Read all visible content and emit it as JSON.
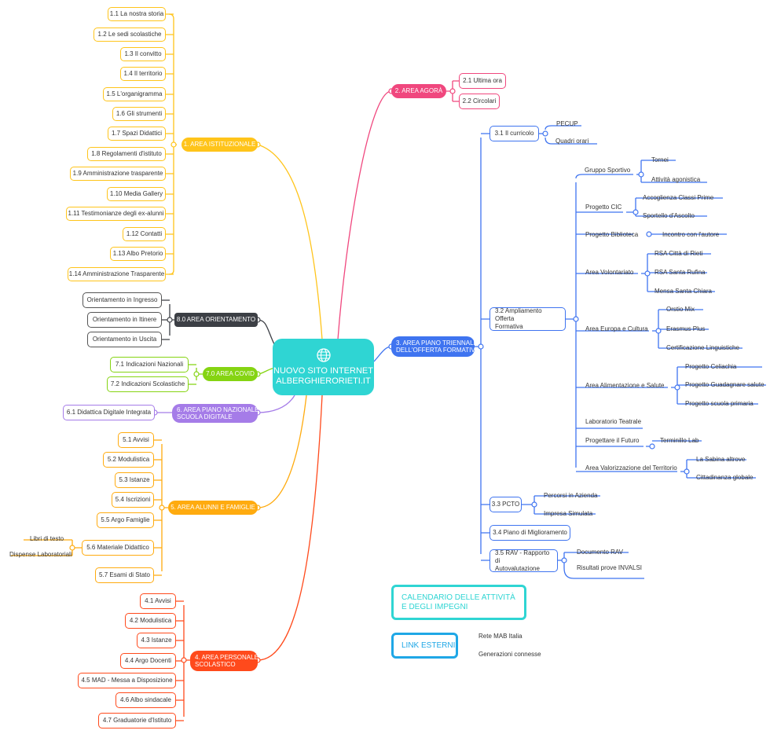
{
  "center": {
    "line1": "NUOVO SITO INTERNET",
    "line2": "ALBERGHIERORIETI.IT",
    "icon": "globe-icon"
  },
  "colors": {
    "center": "#2fd5d3",
    "istituzionale": "#ffc41a",
    "orientamento": "#3c3f45",
    "covid": "#85d412",
    "pnsd": "#a57ce8",
    "alunni": "#ffab0f",
    "personale": "#ff4a1c",
    "agora": "#f0477e",
    "ptof": "#3f74f0",
    "calendario": "#2fd5d3",
    "link_esterni": "#1fa7e6"
  },
  "branches": {
    "istituzionale": {
      "label": "1. AREA ISTITUZIONALE",
      "items": [
        "1.1 La nostra storia",
        "1.2 Le sedi scolastiche",
        "1.3 Il convitto",
        "1.4 Il territorio",
        "1.5 L'organigramma",
        "1.6 Gli strumenti",
        "1.7 Spazi Didattici",
        "1.8 Regolamenti d'istituto",
        "1.9 Amministrazione trasparente",
        "1.10 Media Gallery",
        "1.11 Testimonianze degli ex-alunni",
        "1.12 Contatti",
        "1.13 Albo Pretorio",
        "1.14 Amministrazione Trasparente"
      ]
    },
    "orientamento": {
      "label": "8.0 AREA ORIENTAMENTO",
      "items": [
        "Orientamento in Ingresso",
        "Orientamento in Itinere",
        "Orientamento in Uscita"
      ]
    },
    "covid": {
      "label": "7.0 AREA COVID",
      "items": [
        "7.1 Indicazioni Nazionali",
        "7.2 Indicazioni Scolastiche"
      ]
    },
    "pnsd": {
      "label_line1": "6. AREA PIANO NAZIONALE",
      "label_line2": "SCUOLA DIGITALE",
      "items": [
        "6.1 Didattica Digitale Integrata"
      ]
    },
    "alunni": {
      "label": "5. AREA ALUNNI E FAMIGLIE",
      "items": [
        "5.1 Avvisi",
        "5.2 Modulistica",
        "5.3 Istanze",
        "5.4 Iscrizioni",
        "5.5 Argo Famiglie",
        "5.6 Materiale Didattico",
        "5.7 Esami di Stato"
      ],
      "sub_materiale": [
        "Libri di testo",
        "Dispense Laboratoriali"
      ]
    },
    "personale": {
      "label_line1": "4. AREA PERSONALE",
      "label_line2": "SCOLASTICO",
      "items": [
        "4.1 Avvisi",
        "4.2 Modulistica",
        "4.3 Istanze",
        "4.4 Argo Docenti",
        "4.5 MAD - Messa a Disposizione",
        "4.6 Albo sindacale",
        "4.7 Graduatorie d'Istituto"
      ]
    },
    "agora": {
      "label": "2. AREA AGORÀ",
      "items": [
        "2.1 Ultima ora",
        "2.2 Circolari"
      ]
    },
    "ptof": {
      "label_line1": "3. AREA PIANO TRIENNALE",
      "label_line2": "DELL'OFFERTA FORMATIVA",
      "curricolo": {
        "label": "3.1 Il curricolo",
        "items": [
          "PECUP",
          "Quadri orari"
        ]
      },
      "ampliamento": {
        "label_line1": "3.2 Ampliamento Offerta",
        "label_line2": "Formativa",
        "gruppo_sportivo": {
          "label": "Gruppo Sportivo",
          "items": [
            "Tornei",
            "Attività agonistica"
          ]
        },
        "progetto_cic": {
          "label": "Progetto CIC",
          "items": [
            "Accoglienza Classi Prime",
            "Sportello d'Ascolto"
          ]
        },
        "progetto_biblioteca": {
          "label": "Progetto Biblioteca",
          "items": [
            "Incontro con l'autore"
          ]
        },
        "area_volontariato": {
          "label": "Area Volontariato",
          "items": [
            "RSA Città di Rieti",
            "RSA Santa Rufina",
            "Mensa Santa Chiara"
          ]
        },
        "area_europa": {
          "label": "Area Europa e Cultura",
          "items": [
            "Orstio Mix",
            "Erasmus Plus",
            "Certificazione Linguistiche"
          ]
        },
        "area_alimentazione": {
          "label": "Area Alimentazione e Salute",
          "items": [
            "Progetto Celiachia",
            "Progetto Guadagnare salute",
            "Progetto scuola primaria"
          ]
        },
        "laboratorio_teatrale": {
          "label": "Laboratorio Teatrale"
        },
        "progettare_futuro": {
          "label": "Progettare il Futuro",
          "items": [
            "Terminillo Lab"
          ]
        },
        "area_valorizzazione": {
          "label": "Area Valorizzazione del Territorio",
          "items": [
            "La Sabina altrove",
            "Cittadinanza globale"
          ]
        }
      },
      "pcto": {
        "label": "3.3 PCTO",
        "items": [
          "Percorsi in Azienda",
          "Impresa Simulata"
        ]
      },
      "miglioramento": {
        "label": "3.4 Piano di Miglioramento"
      },
      "rav": {
        "label_line1": "3.5 RAV - Rapporto di",
        "label_line2": "Autovalutazione",
        "items": [
          "Documento RAV",
          "Risultati prove INVALSI"
        ]
      }
    }
  },
  "floating": {
    "calendario": "CALENDARIO DELLE ATTIVITÀ E DEGLI IMPEGNI",
    "link_esterni": "LINK ESTERNI",
    "link_items": [
      "Rete MAB Italia",
      "Generazioni connesse"
    ]
  }
}
